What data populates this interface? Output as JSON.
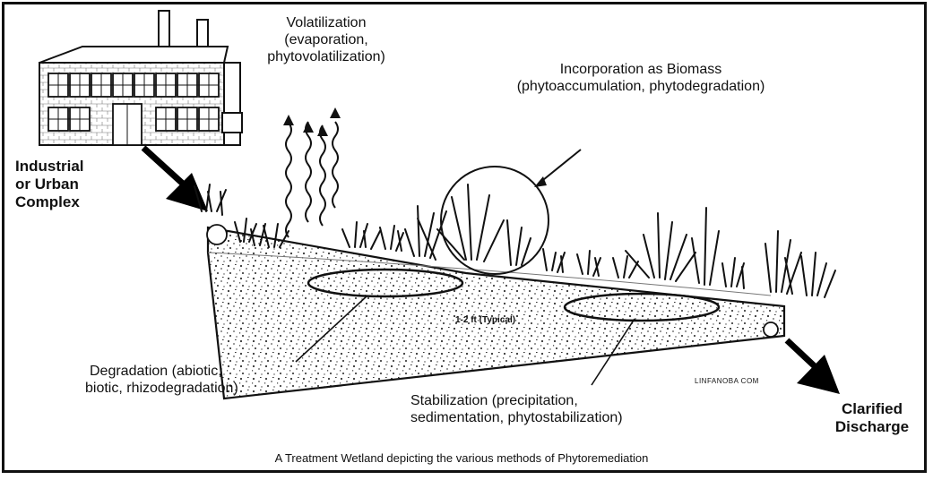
{
  "labels": {
    "volatilization": {
      "title": "Volatilization",
      "detail": "(evaporation,",
      "detail2": "phytovolatilization)"
    },
    "incorporation": {
      "title": "Incorporation as Biomass",
      "detail": "(phytoaccumulation, phytodegradation)"
    },
    "source": {
      "line1": "Industrial",
      "line2": "or Urban",
      "line3": "Complex"
    },
    "degradation": {
      "line1": "Degradation (abiotic,",
      "line2": "biotic, rhizodegradation)"
    },
    "stabilization": {
      "line1": "Stabilization (precipitation,",
      "line2": "sedimentation, phytostabilization)"
    },
    "discharge": {
      "line1": "Clarified",
      "line2": "Discharge"
    },
    "depth": "1-2 ft (Typical)",
    "watermark": "LINFANOBA COM"
  },
  "caption": "A Treatment Wetland depicting the various methods of Phytoremediation"
}
